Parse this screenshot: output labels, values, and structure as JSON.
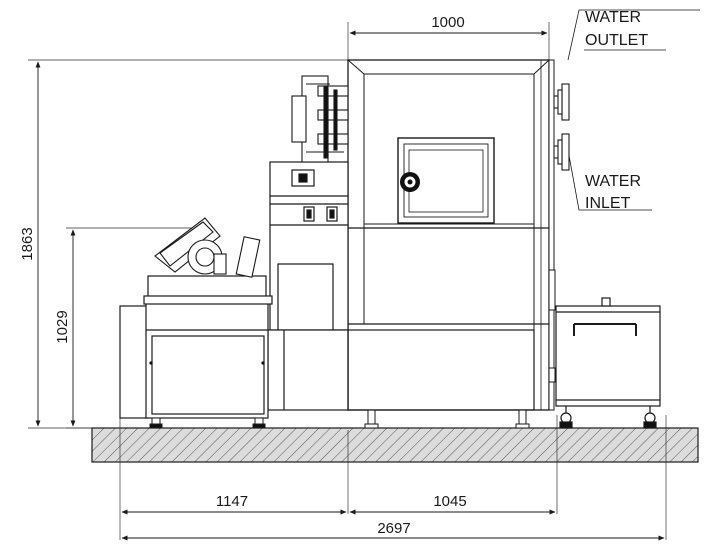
{
  "dimensions": {
    "width_top": "1000",
    "height_total": "1863",
    "height_hopper": "1029",
    "length_left": "1147",
    "length_right": "1045",
    "length_total": "2697"
  },
  "labels": {
    "water_outlet_line1": "WATER",
    "water_outlet_line2": "OUTLET",
    "water_inlet_line1": "WATER",
    "water_inlet_line2": "INLET"
  },
  "colors": {
    "line": "#1a1a1a",
    "ground_fill": "#d9d9d9"
  }
}
